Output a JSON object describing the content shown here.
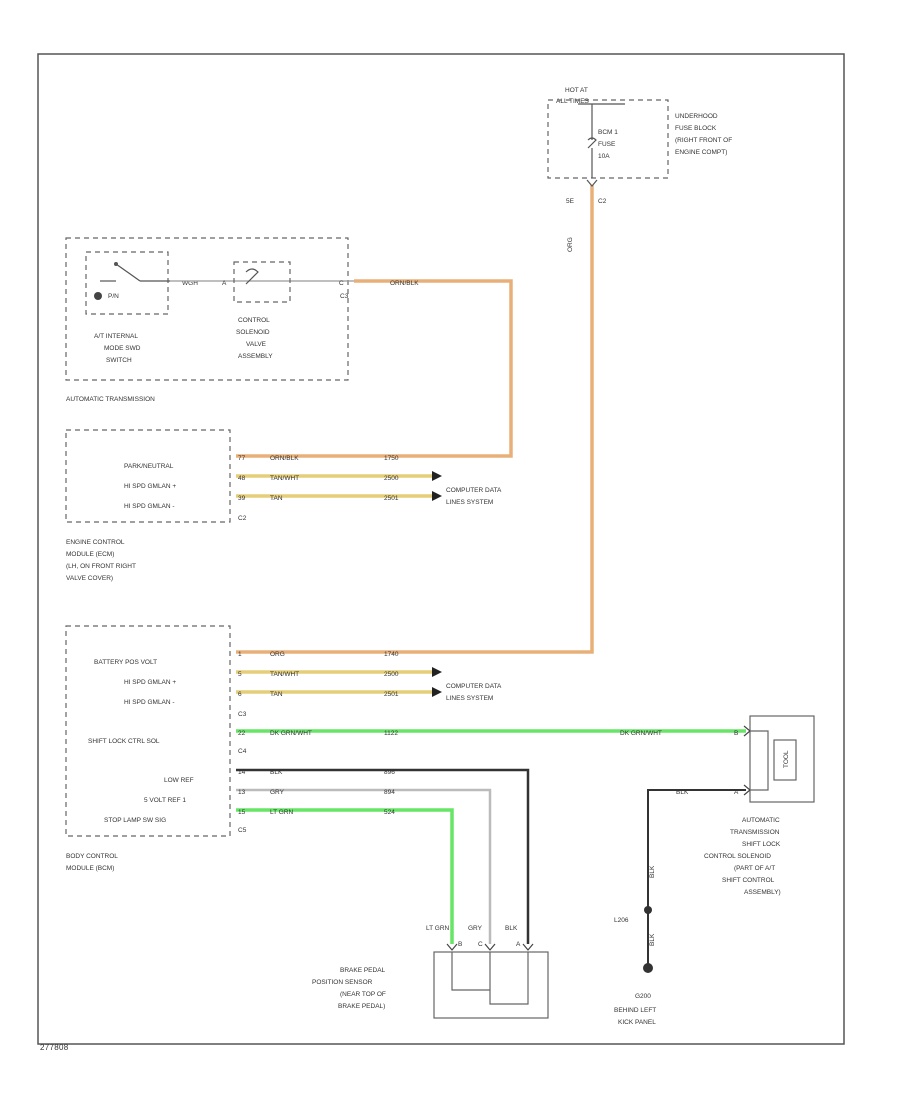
{
  "colors": {
    "orange_wire": "#E8B078",
    "yellow_wire": "#E6CE78",
    "green_wire": "#66E566",
    "black_wire": "#333333",
    "gray_wire": "#BBBBBB",
    "frame": "#555555"
  },
  "fuse_block": {
    "hot_at": "HOT AT",
    "all_times": "ALL TIMES",
    "fuse_name": "BCM 1",
    "fuse_label": "FUSE",
    "fuse_amps": "10A",
    "connector": "5E",
    "pin": "C2",
    "title_lines": [
      "UNDERHOOD",
      "FUSE BLOCK",
      "(RIGHT FRONT OF",
      "ENGINE COMPT)"
    ]
  },
  "transmission": {
    "caption": "AUTOMATIC TRANSMISSION",
    "mode_switch_lines": [
      "A/T INTERNAL",
      "MODE SWD",
      "SWITCH"
    ],
    "switch_pos": "P/N",
    "wire_color": "WGH",
    "pin_a": "A",
    "pin_b": "C",
    "solenoid_lines": [
      "CONTROL",
      "SOLENOID",
      "VALVE",
      "ASSEMBLY"
    ],
    "connector": "C3",
    "wire_label": "ORN/BLK"
  },
  "ecm": {
    "pins": [
      {
        "label": "PARK/NEUTRAL",
        "pin": "77",
        "wire": "ORN/BLK",
        "circuit": "1750"
      },
      {
        "label": "HI SPD GMLAN +",
        "pin": "48",
        "wire": "TAN/WHT",
        "circuit": "2500"
      },
      {
        "label": "HI SPD GMLAN -",
        "pin": "39",
        "wire": "TAN",
        "circuit": "2501"
      }
    ],
    "connector": "C2",
    "caption_lines": [
      "ENGINE CONTROL",
      "MODULE (ECM)",
      "(LH, ON FRONT RIGHT",
      "VALVE COVER)"
    ],
    "computer_data_lines": [
      "COMPUTER DATA",
      "LINES SYSTEM"
    ]
  },
  "bcm": {
    "group1": [
      {
        "label": "BATTERY POS VOLT",
        "pin": "1",
        "wire": "ORG",
        "circuit": "1740"
      },
      {
        "label": "HI SPD GMLAN +",
        "pin": "5",
        "wire": "TAN/WHT",
        "circuit": "2500"
      },
      {
        "label": "HI SPD GMLAN -",
        "pin": "6",
        "wire": "TAN",
        "circuit": "2501"
      }
    ],
    "group1_connector": "C3",
    "computer_data_lines": [
      "COMPUTER DATA",
      "LINES SYSTEM"
    ],
    "group2": [
      {
        "label": "SHIFT LOCK CTRL SOL",
        "pin": "22",
        "wire": "DK GRN/WHT",
        "circuit": "1122"
      }
    ],
    "group2_connector": "C4",
    "group3": [
      {
        "label": "LOW REF",
        "pin": "14",
        "wire": "BLK",
        "circuit": "896"
      },
      {
        "label": "5 VOLT REF 1",
        "pin": "13",
        "wire": "GRY",
        "circuit": "894"
      },
      {
        "label": "STOP LAMP SW SIG",
        "pin": "15",
        "wire": "LT GRN",
        "circuit": "524"
      }
    ],
    "group3_connector": "C5",
    "caption_lines": [
      "BODY CONTROL",
      "MODULE (BCM)"
    ]
  },
  "orange_vertical_label": "ORG",
  "brake_sensor": {
    "wires": [
      "LT GRN",
      "GRY",
      "BLK"
    ],
    "pins": [
      "B",
      "C",
      "A"
    ],
    "caption_lines": [
      "BRAKE PEDAL",
      "POSITION SENSOR",
      "(NEAR TOP OF",
      "BRAKE PEDAL)"
    ]
  },
  "shift_lock": {
    "wire_dkgrn": "DK GRN/WHT",
    "pin_top": "B",
    "wire_blk": "BLK",
    "pin_bottom": "A",
    "solenoid_mark": "TOOL",
    "caption_lines": [
      "AUTOMATIC",
      "TRANSMISSION",
      "SHIFT LOCK",
      "CONTROL SOLENOID",
      "(PART OF A/T",
      "SHIFT CONTROL",
      "ASSEMBLY)"
    ]
  },
  "ground": {
    "splice": "L206",
    "wire_upper": "BLK",
    "wire_lower": "BLK",
    "name": "G200",
    "caption_lines": [
      "BEHIND LEFT",
      "KICK PANEL"
    ]
  },
  "figure_id": "277808"
}
